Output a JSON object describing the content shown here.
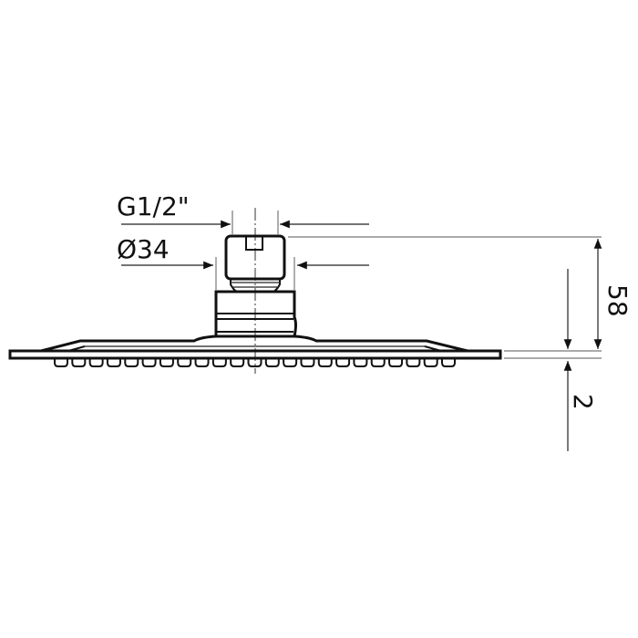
{
  "drawing": {
    "subject": "shower head side view",
    "dimensions": {
      "thread": "G1/2\"",
      "diameter": "Ø34",
      "height": "58",
      "plate_thickness": "2"
    },
    "colors": {
      "line": "#111111",
      "extension": "#777777",
      "background": "#ffffff"
    },
    "nozzle_count": 23
  }
}
